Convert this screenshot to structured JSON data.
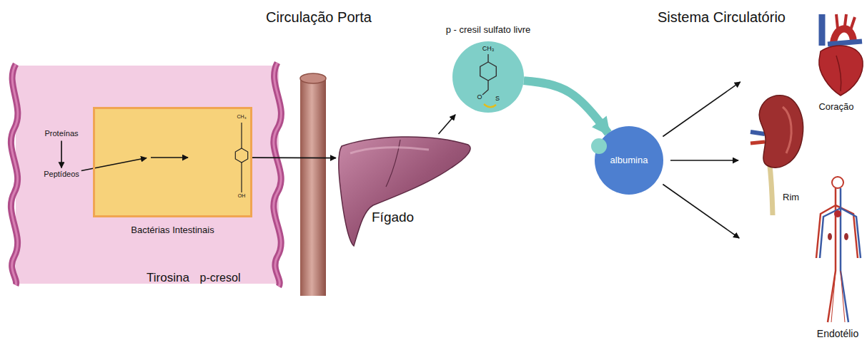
{
  "diagram": {
    "nodes": [
      {
        "text": [
          "Proteínas"
        ]
      },
      {
        "text": [
          "Peptídeos"
        ]
      },
      {
        "text": [
          "Bactérias Intestinais"
        ]
      },
      {
        "text": [
          "Tirosina"
        ],
        "in": 2
      },
      {
        "text": [
          "p-cresol"
        ],
        "in": 2
      },
      {
        "text": [
          "Fígado"
        ]
      },
      {
        "text": [
          "p - cresil sulfato livre"
        ]
      },
      {
        "text": [
          "albumina"
        ]
      },
      {
        "text": [
          "Coração"
        ]
      },
      {
        "text": [
          "Rim"
        ]
      },
      {
        "text": [
          "Endotélio"
        ]
      }
    ],
    "edges": [
      {
        "from": 0,
        "to": 1,
        "arrow": "to"
      },
      {
        "from": 1,
        "to": 3,
        "arrow": "to"
      },
      {
        "from": 3,
        "to": 4,
        "arrow": "to"
      },
      {
        "from": 4,
        "to": 5,
        "arrow": "to"
      },
      {
        "from": 5,
        "to": 6,
        "arrow": "to"
      },
      {
        "from": 6,
        "to": 7,
        "arrow": "to"
      },
      {
        "from": 7,
        "to": 8,
        "arrow": "to"
      },
      {
        "from": 7,
        "to": 9,
        "arrow": "to"
      },
      {
        "from": 7,
        "to": 10,
        "arrow": "to"
      }
    ],
    "labels": [
      "Circulação Porta",
      "Sistema Circulatório",
      "CH₃",
      "OH",
      "CH₃",
      "O",
      "S"
    ]
  }
}
